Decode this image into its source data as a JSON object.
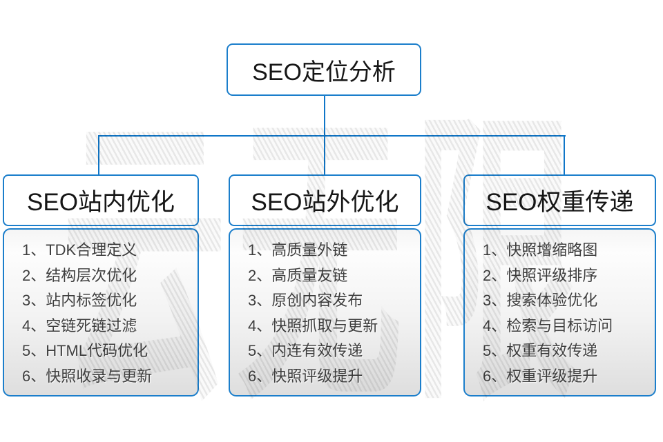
{
  "watermark": {
    "text": "云无限"
  },
  "colors": {
    "accent_blue": "#1b7ecb",
    "connector_blue": "#0f76c8",
    "heading_text": "#161616",
    "item_text": "#3e3e3e",
    "list_gradient_top": "#fdfdfd",
    "list_gradient_bottom": "#dedede"
  },
  "root": {
    "label": "SEO定位分析"
  },
  "columns": [
    {
      "title": "SEO站内优化",
      "items": [
        "1、TDK合理定义",
        "2、结构层次优化",
        "3、站内标签优化",
        "4、空链死链过滤",
        "5、HTML代码优化",
        "6、快照收录与更新"
      ]
    },
    {
      "title": "SEO站外优化",
      "items": [
        "1、高质量外链",
        "2、高质量友链",
        "3、原创内容发布",
        "4、快照抓取与更新",
        "5、内连有效传递",
        "6、快照评级提升"
      ]
    },
    {
      "title": "SEO权重传递",
      "items": [
        "1、快照增缩略图",
        "2、快照评级排序",
        "3、搜索体验优化",
        "4、检索与目标访问",
        "5、权重有效传递",
        "6、权重评级提升"
      ]
    }
  ]
}
